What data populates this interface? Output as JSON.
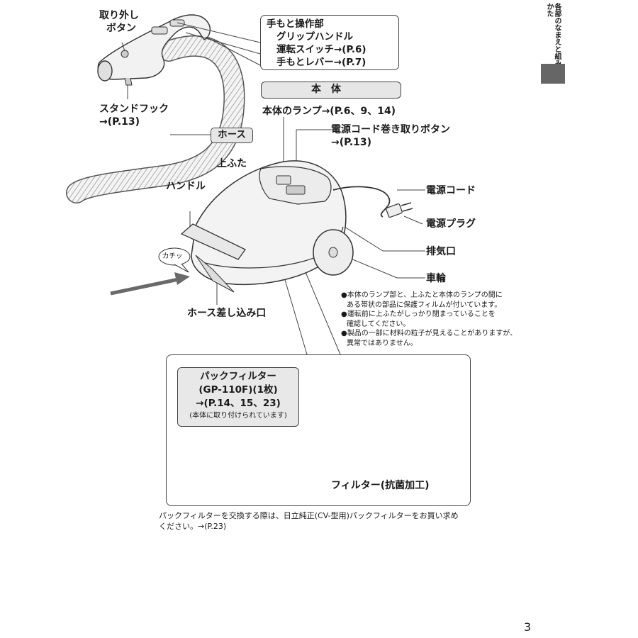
{
  "labels": {
    "release_button": [
      "取り外し",
      "ボタン"
    ],
    "stand_hook": [
      "スタンドフック",
      "→(P.13)"
    ],
    "hose": "ホース",
    "lid": "上ふた",
    "handle": "ハンドル",
    "click_sound": "カチッ",
    "hose_inlet": "ホース差し込み口",
    "main_lamp": "本体のランプ→(P.6、9、14)",
    "cord_rewind_button": [
      "電源コード巻き取りボタン",
      "→(P.13)"
    ],
    "power_cord": "電源コード",
    "power_plug": "電源プラグ",
    "exhaust": "排気口",
    "wheel": "車輪",
    "filter_antibacterial": "フィルター(抗菌加工)"
  },
  "ops_box": {
    "title": "手もと操作部",
    "items": [
      "グリップハンドル",
      "運転スイッチ→(P.6)",
      "手もとレバー→(P.7)"
    ]
  },
  "main_body_tag": "本体",
  "notes": [
    "●本体のランプ部と、上ふたと本体のランプの間に",
    "ある帯状の部品に保護フィルムが付いています。",
    "●運転前に上ふたがしっかり閉まっていることを",
    "確認してください。",
    "●製品の一部に材料の粒子が見えることがありますが、",
    "異常ではありません。"
  ],
  "pack_filter": {
    "lines": [
      "パックフィルター",
      "(GP-110F)(1枚)",
      "→(P.14、15、23)"
    ],
    "note": "(本体に取り付けられています)"
  },
  "footer": [
    "パックフィルターを交換する際は、日立純正(CV-型用)パックフィルターをお買い求め",
    "ください。→(P.23)"
  ],
  "side_tab": "各部のなまえと組み立てかた",
  "page_number": "3",
  "colors": {
    "tag_fill": "#e6e6e6",
    "side_tab_block": "#666666",
    "arrow": "#6a6a6a"
  }
}
